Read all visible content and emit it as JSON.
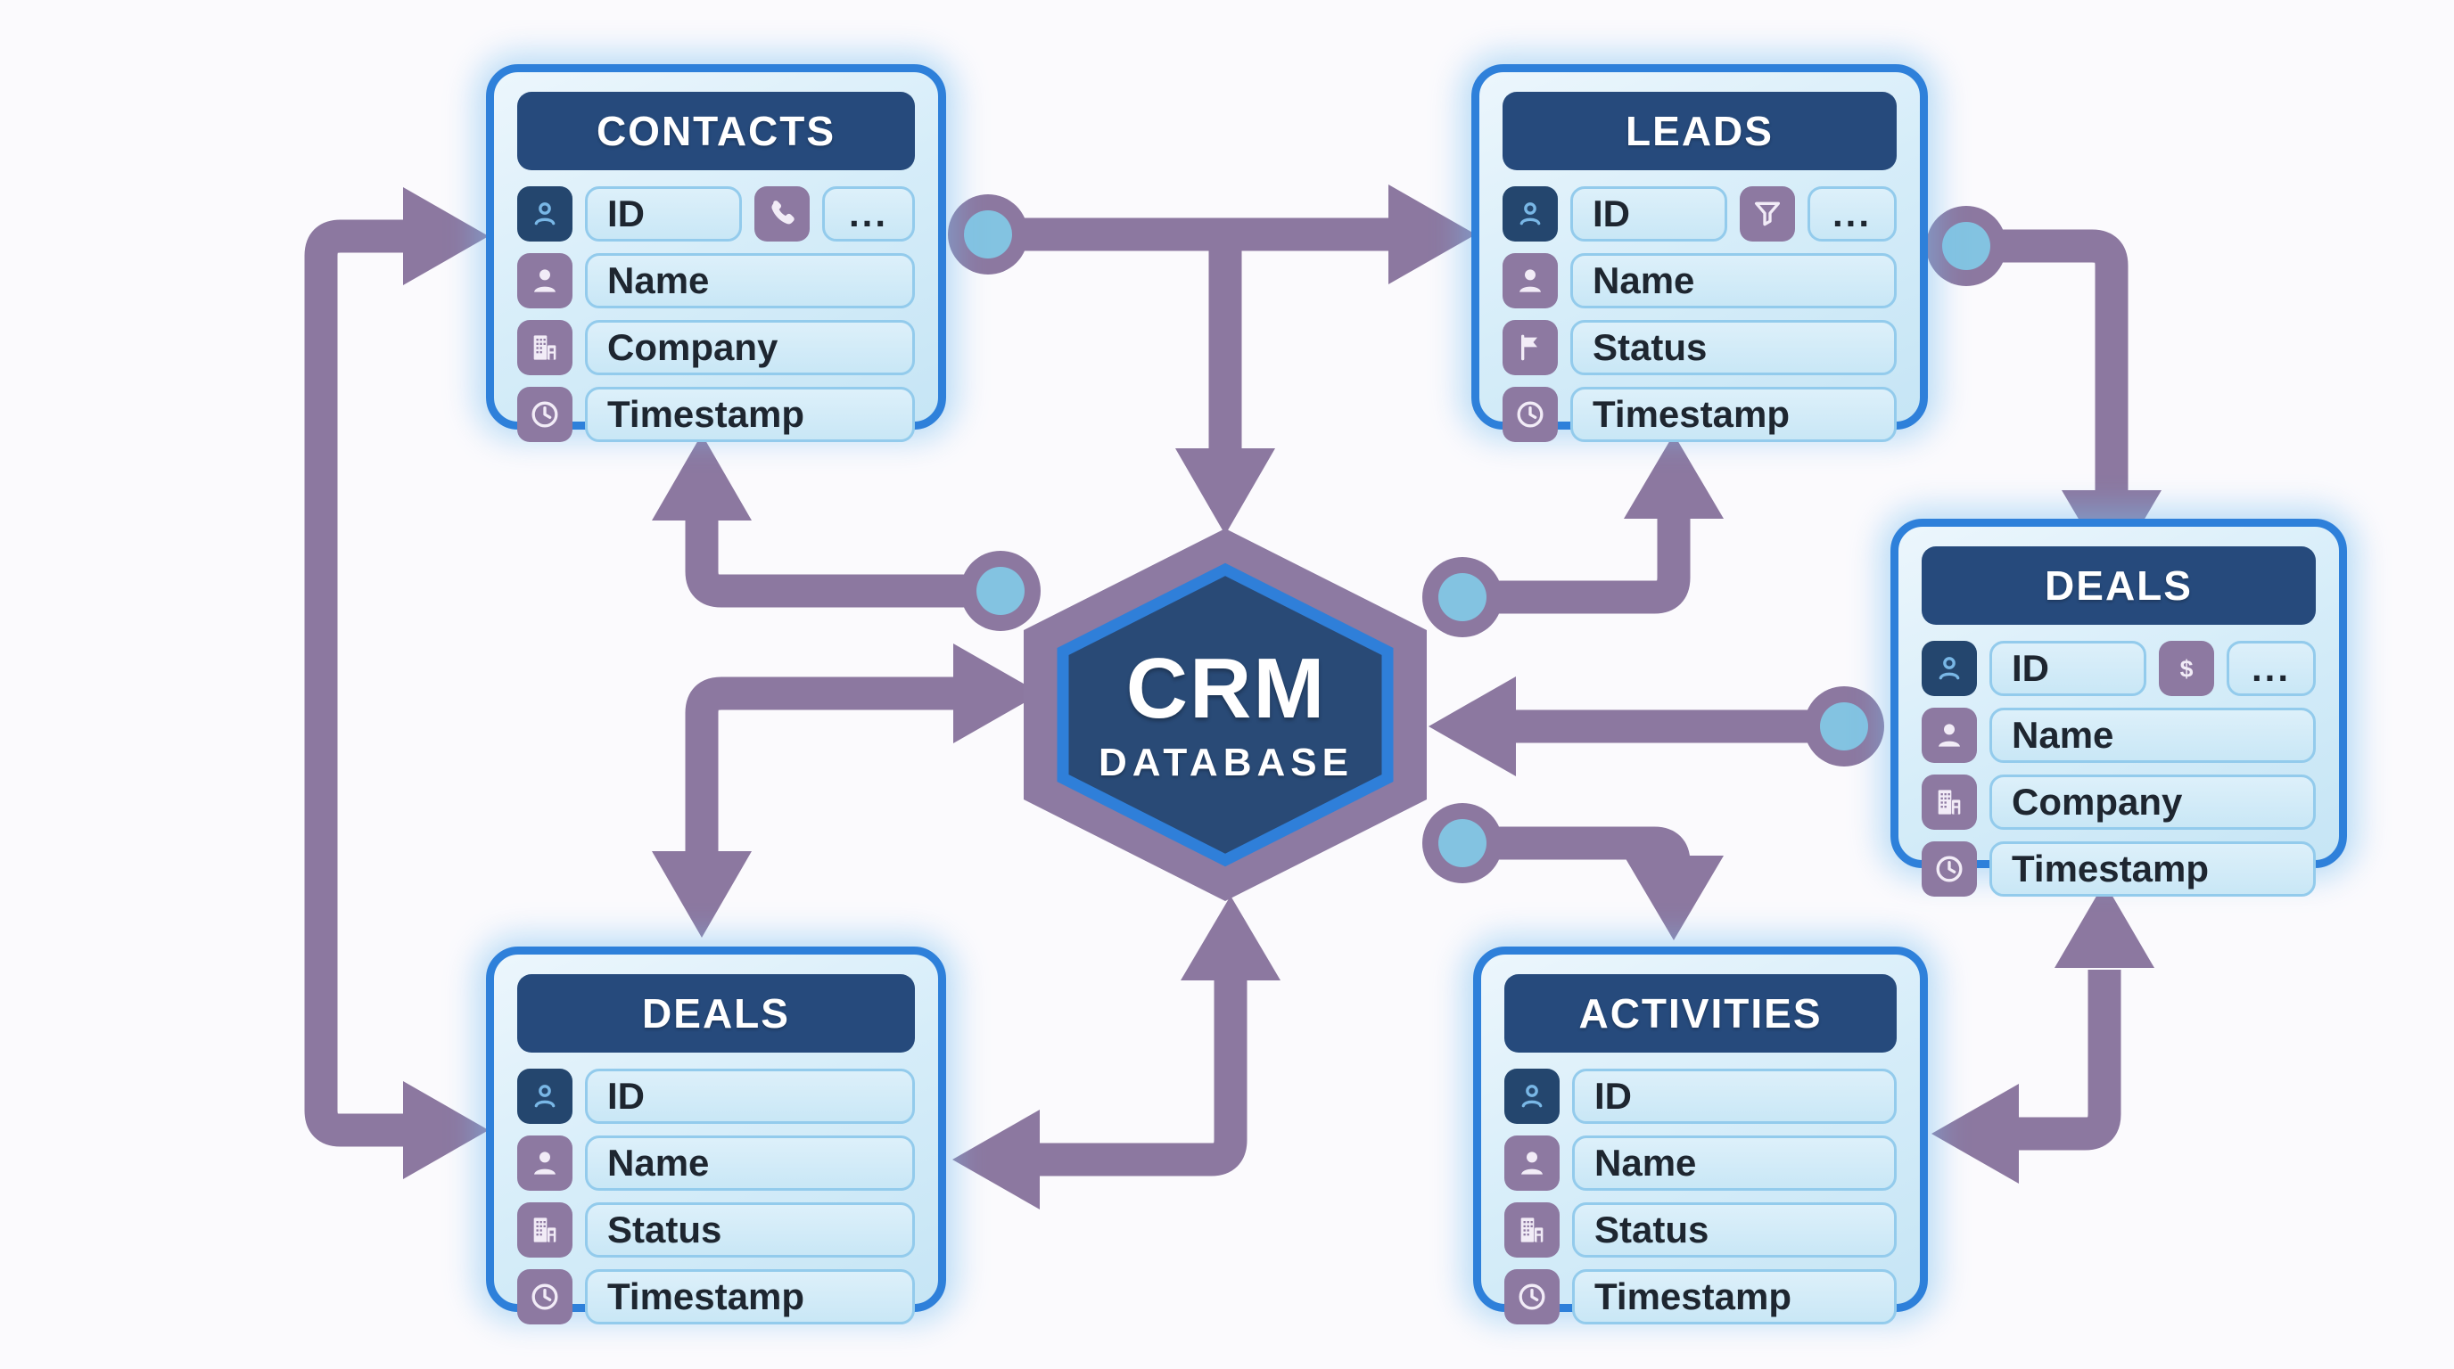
{
  "center_node": {
    "title": "CRM",
    "subtitle": "DATABASE"
  },
  "entities": [
    {
      "id": "contacts",
      "title": "CONTACTS",
      "position": "top-left",
      "rows": [
        {
          "icon": "id-badge-icon",
          "label": "ID",
          "trailing_icon": "phone-icon",
          "trailing_label": "..."
        },
        {
          "icon": "person-icon",
          "label": "Name"
        },
        {
          "icon": "building-icon",
          "label": "Company"
        },
        {
          "icon": "clock-icon",
          "label": "Timestamp"
        }
      ]
    },
    {
      "id": "leads",
      "title": "LEADS",
      "position": "top-right",
      "rows": [
        {
          "icon": "id-badge-icon",
          "label": "ID",
          "trailing_icon": "funnel-icon",
          "trailing_label": "..."
        },
        {
          "icon": "person-icon",
          "label": "Name"
        },
        {
          "icon": "flag-icon",
          "label": "Status"
        },
        {
          "icon": "clock-icon",
          "label": "Timestamp"
        }
      ]
    },
    {
      "id": "deals-right",
      "title": "DEALS",
      "position": "middle-right",
      "rows": [
        {
          "icon": "id-badge-icon",
          "label": "ID",
          "trailing_icon": "dollar-icon",
          "trailing_label": "..."
        },
        {
          "icon": "person-icon",
          "label": "Name"
        },
        {
          "icon": "building-icon",
          "label": "Company"
        },
        {
          "icon": "clock-icon",
          "label": "Timestamp"
        }
      ]
    },
    {
      "id": "deals-bottom",
      "title": "DEALS",
      "position": "bottom-left",
      "rows": [
        {
          "icon": "id-badge-icon",
          "label": "ID"
        },
        {
          "icon": "person-icon",
          "label": "Name"
        },
        {
          "icon": "building-icon",
          "label": "Status"
        },
        {
          "icon": "clock-icon",
          "label": "Timestamp"
        }
      ]
    },
    {
      "id": "activities",
      "title": "ACTIVITIES",
      "position": "bottom-right",
      "rows": [
        {
          "icon": "id-badge-icon",
          "label": "ID"
        },
        {
          "icon": "person-icon",
          "label": "Name"
        },
        {
          "icon": "building-icon",
          "label": "Status"
        },
        {
          "icon": "clock-icon",
          "label": "Timestamp"
        }
      ]
    }
  ],
  "connections": [
    {
      "name": "contacts-deals-bottom-left-bracket",
      "endpoints": [
        "contacts",
        "deals-bottom"
      ],
      "arrowheads": [
        "contacts",
        "deals-bottom"
      ]
    },
    {
      "name": "contacts-to-leads-with-branch-to-crm",
      "endpoints": [
        "contacts",
        "leads"
      ],
      "arrowheads": [
        "leads",
        "crm-database"
      ]
    },
    {
      "name": "crm-to-contacts",
      "endpoints": [
        "crm-database",
        "contacts"
      ],
      "arrowheads": [
        "contacts"
      ]
    },
    {
      "name": "crm-and-deals-bottom-top",
      "endpoints": [
        "crm-database",
        "deals-bottom"
      ],
      "arrowheads": [
        "crm-database",
        "deals-bottom"
      ]
    },
    {
      "name": "crm-bottom-and-deals-bottom-right",
      "endpoints": [
        "crm-database",
        "deals-bottom"
      ],
      "arrowheads": [
        "crm-database",
        "deals-bottom"
      ]
    },
    {
      "name": "crm-to-leads",
      "endpoints": [
        "crm-database",
        "leads"
      ],
      "arrowheads": [
        "leads"
      ]
    },
    {
      "name": "deals-right-to-crm",
      "endpoints": [
        "deals-right",
        "crm-database"
      ],
      "arrowheads": [
        "crm-database"
      ]
    },
    {
      "name": "crm-to-activities",
      "endpoints": [
        "crm-database",
        "activities"
      ],
      "arrowheads": [
        "activities"
      ]
    },
    {
      "name": "leads-to-deals-right",
      "endpoints": [
        "leads",
        "deals-right"
      ],
      "arrowheads": [
        "deals-right"
      ]
    },
    {
      "name": "deals-right-and-activities",
      "endpoints": [
        "deals-right",
        "activities"
      ],
      "arrowheads": [
        "deals-right",
        "activities"
      ]
    }
  ],
  "colors": {
    "background": "#fbfafd",
    "box_border_blue": "#2e80da",
    "header_navy": "#264a7c",
    "field_border": "#93cbec",
    "icon_purple": "#8d79a1",
    "icon_navy": "#24466e",
    "icon_glyph_blue": "#79b7e6",
    "arrow_purple": "#8c78a0",
    "node_dot_teal": "#83c3e1",
    "hexagon_outer_purple": "#8d7aa2",
    "hexagon_ring_blue": "#2f7fd9",
    "hexagon_navy": "#294a76",
    "text_dark": "#1e2630"
  }
}
